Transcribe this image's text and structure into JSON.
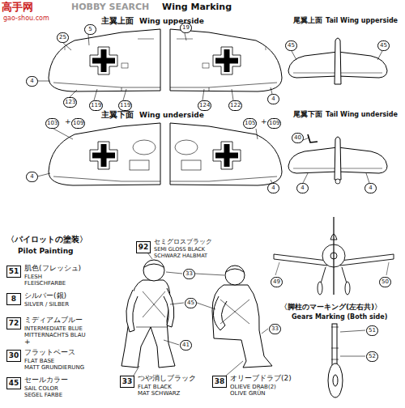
{
  "diagram": {
    "labels": [
      "高手网",
      "gao-shou.com",
      "HOBBY SEARCH",
      "Wing Marking",
      "主翼上面",
      "Wing upperside",
      "25",
      "5",
      "4",
      "123",
      "119",
      "119",
      "19",
      "4",
      "124",
      "122",
      "尾翼上面",
      "Tail Wing upperside",
      "45",
      "45",
      "主翼下面",
      "Wing underside",
      "103",
      "+",
      "109",
      "4",
      "105",
      "+",
      "109",
      "4",
      "尾翼下面",
      "Tail Wing underside",
      "40",
      "4",
      "4",
      "〈パイロットの塗装〉",
      "Pilot Painting",
      "51",
      "肌色(フレッシュ)",
      "FLESH",
      "FLEISCHFARBE",
      "8",
      "シルバー(銀)",
      "SILVER / SILBER",
      "72",
      "ミディアムブルー",
      "INTERMEDIATE BLUE",
      "MITTERNACHTS BLAU",
      "+",
      "30",
      "フラットベース",
      "FLAT BASE",
      "MATT GRUNDIERUNG",
      "45",
      "セールカラー",
      "SAIL COLOR",
      "SEGEL FARBE",
      "92",
      "セミグロスブラック",
      "SEMI GLOSS BLACK",
      "SCHWARZ HALBMAT",
      "33",
      "45",
      "41",
      "33",
      "33",
      "つや消しブラック",
      "FLAT BLACK",
      "MAT SCHWARZ",
      "38",
      "オリーブドラブ(2)",
      "OLIEVE DRAB(2)",
      "OLIVE GRÜN",
      "〈脚柱のマーキング(左右共)〉",
      "Gears Marking (Both side)",
      "51",
      "52",
      "49",
      "50"
    ]
  }
}
